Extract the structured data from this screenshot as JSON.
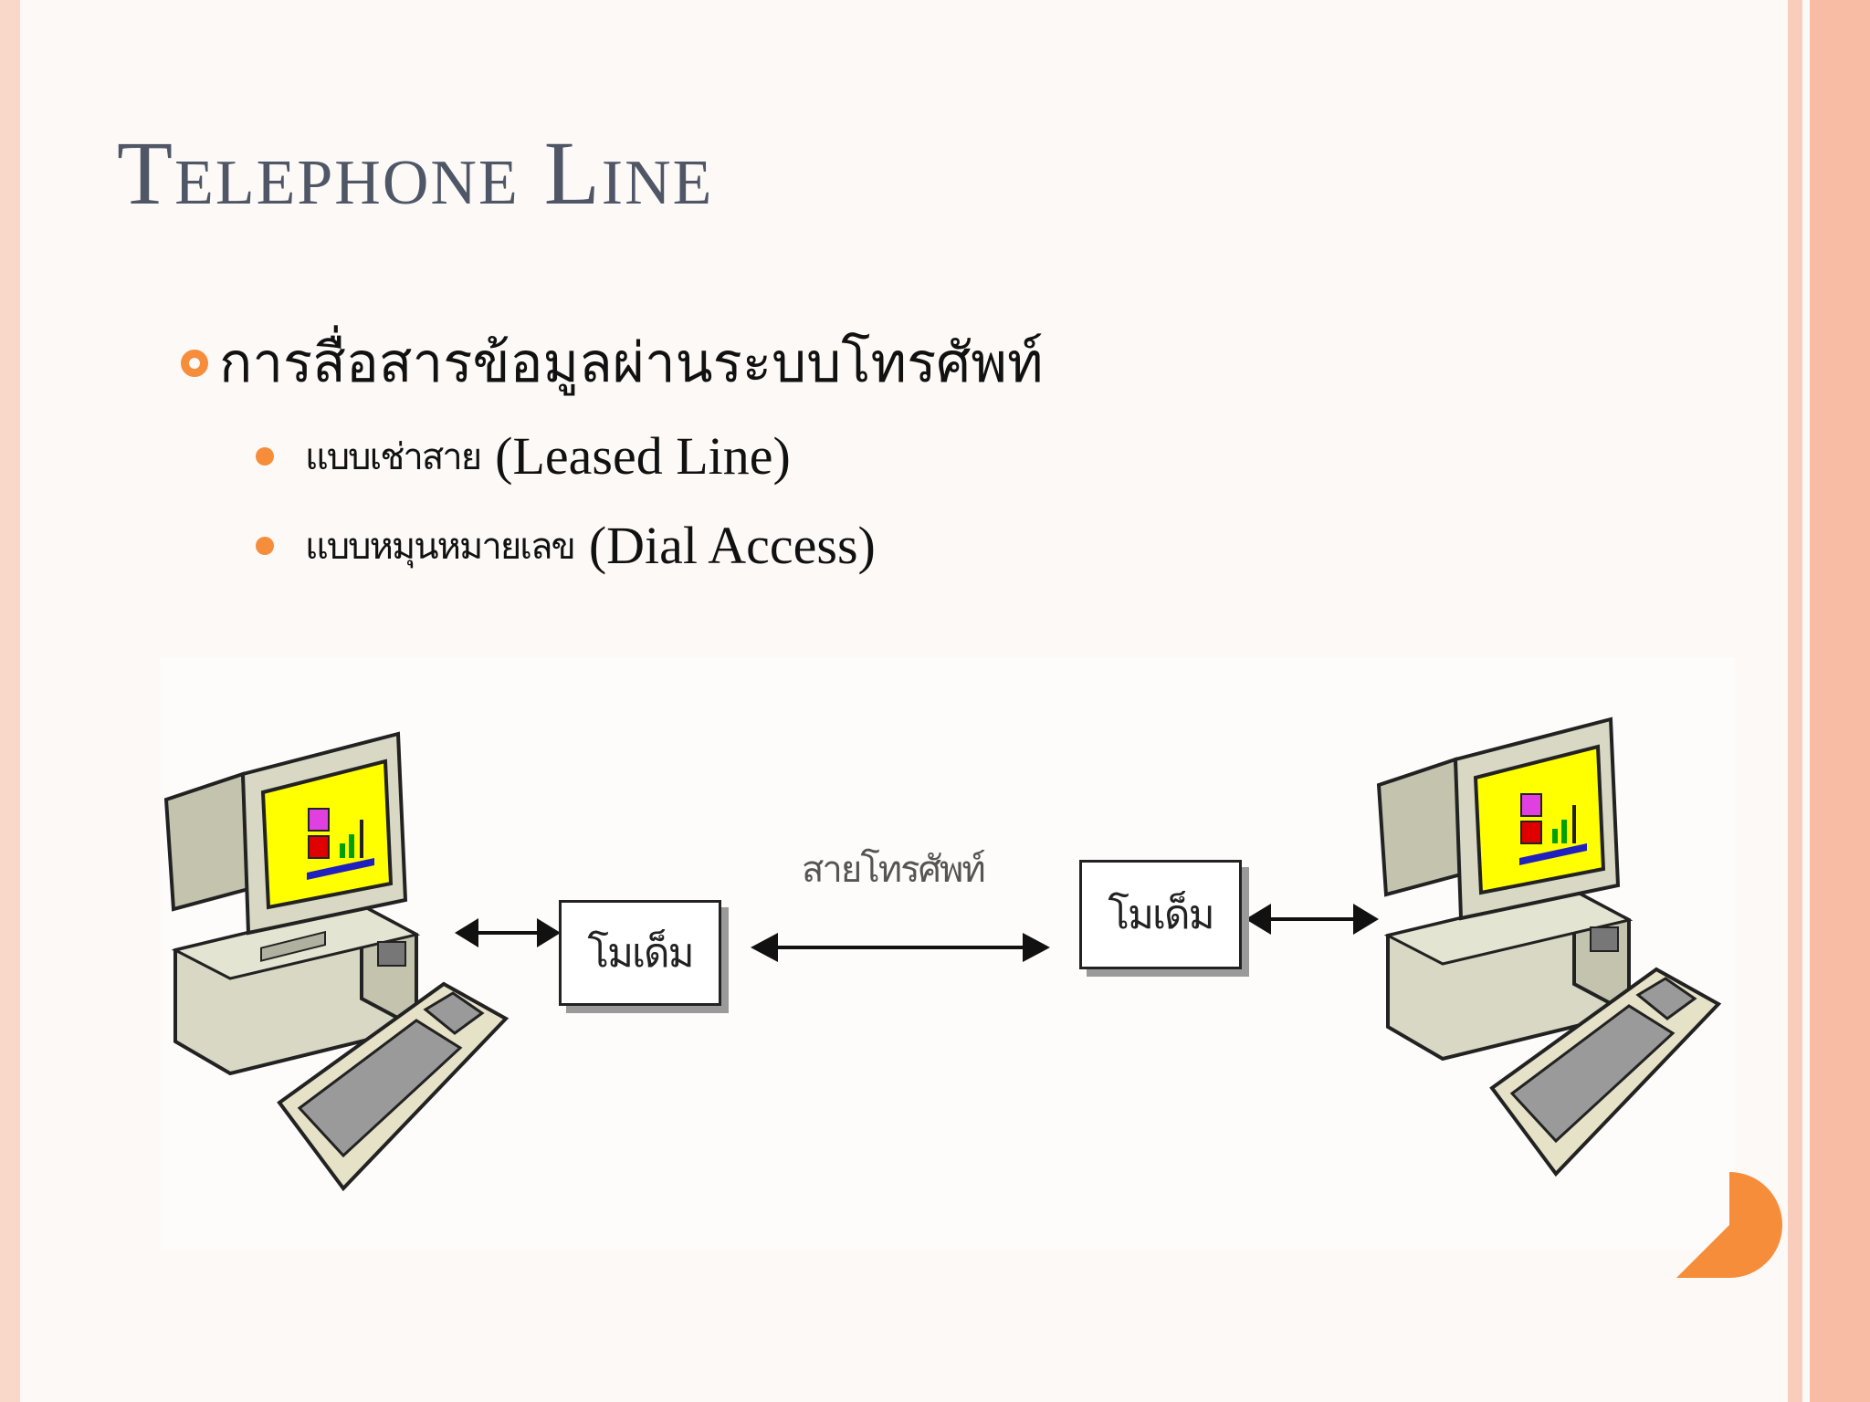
{
  "slide": {
    "title": "Telephone Line",
    "main_bullet": "การสื่อสารข้อมูลผ่านระบบโทรศัพท์",
    "sub_bullets": [
      {
        "thai": "แบบเช่าสาย",
        "english": "(Leased Line)"
      },
      {
        "thai": "แบบหมุนหมายเลข",
        "english": "(Dial Access)"
      }
    ]
  },
  "diagram": {
    "left_modem_label": "โมเด็ม",
    "right_modem_label": "โมเด็ม",
    "line_label": "สายโทรศัพท์"
  },
  "colors": {
    "accent": "#f58d3b",
    "title": "#4f5766",
    "stripe_light": "#fad3c4",
    "stripe_dark": "#f6b89d",
    "monitor_screen": "#ffff00",
    "computer_body": "#d8d8c4"
  }
}
